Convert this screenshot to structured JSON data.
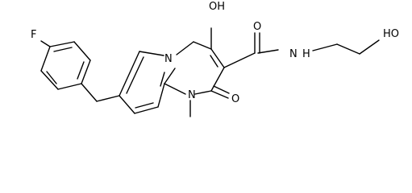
{
  "structure": {
    "atom_labels": {
      "fluorine": "F",
      "ring_nitrogen": "N",
      "ring_hydroxyl": "OH",
      "carboxamide_oxygen": "O",
      "amide_nh": "N",
      "amide_h": "H",
      "terminal_hydroxyl": "HO",
      "lactam_nitrogen": "N",
      "lactam_oxygen": "O"
    }
  }
}
